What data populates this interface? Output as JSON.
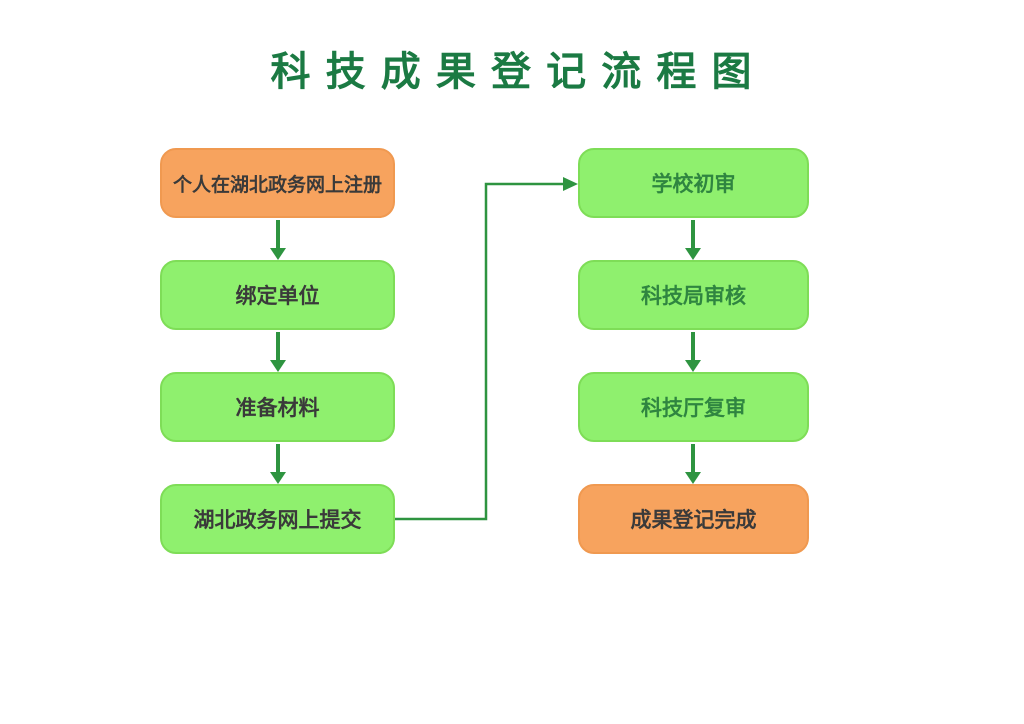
{
  "title": "科 技 成 果 登 记 流 程 图",
  "flow": {
    "left": [
      {
        "label": "个人在湖北政务网上注册"
      },
      {
        "label": "绑定单位"
      },
      {
        "label": "准备材料"
      },
      {
        "label": "湖北政务网上提交"
      }
    ],
    "right": [
      {
        "label": "学校初审"
      },
      {
        "label": "科技局审核"
      },
      {
        "label": "科技厅复审"
      },
      {
        "label": "成果登记完成"
      }
    ]
  },
  "colors": {
    "title_green": "#1b7a43",
    "box_green_fill": "#8ff06e",
    "box_green_border": "#7edd57",
    "box_orange_fill": "#f7a35e",
    "box_orange_border": "#f09950",
    "text_dark": "#3a3a3a",
    "text_green": "#2f8540",
    "arrow_green": "#2e9440"
  }
}
